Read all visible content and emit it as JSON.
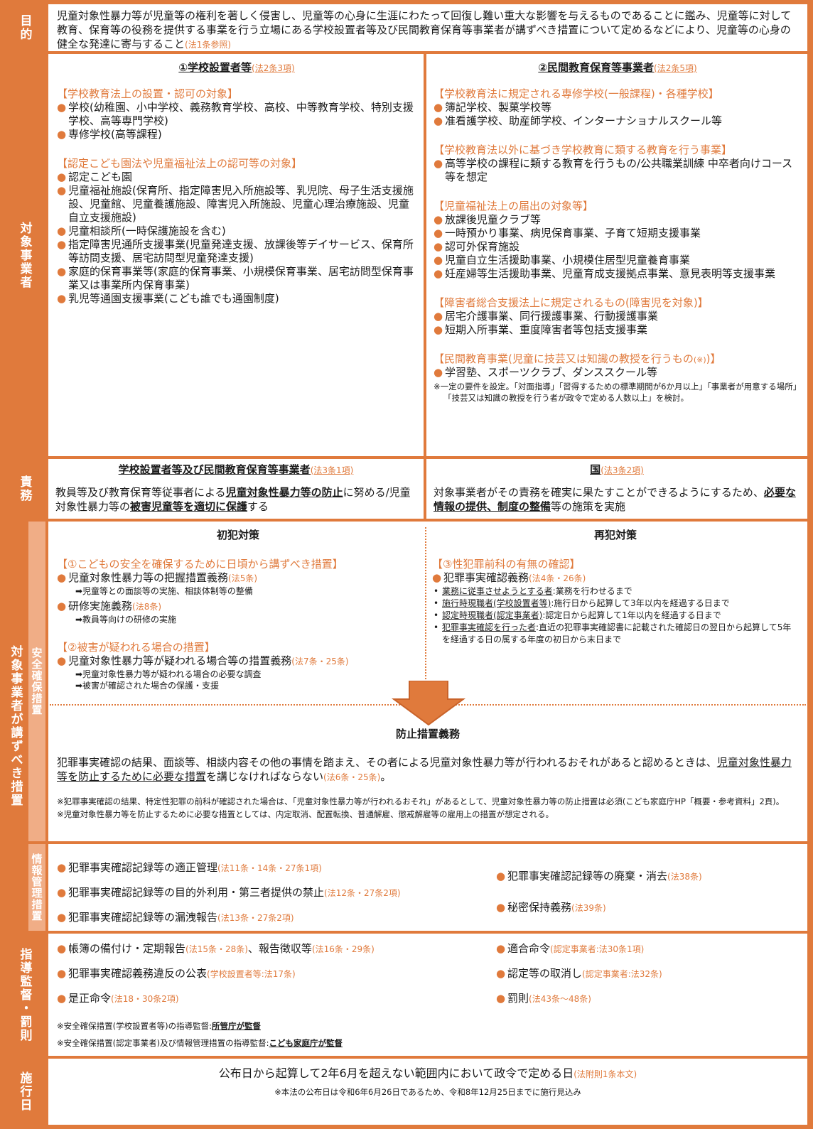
{
  "purpose": {
    "label": "目的",
    "text": "児童対象性暴力等が児童等の権利を著しく侵害し、児童等の心身に生涯にわたって回復し難い重大な影響を与えるものであることに鑑み、児童等に対して教育、保育等の役務を提供する事業を行う立場にある学校設置者等及び民間教育保育等事業者が講ずべき措置について定めるなどにより、児童等の心身の健全な発達に寄与すること",
    "ref": "(法1条参照)"
  },
  "targets": {
    "label": "対象事業者",
    "left": {
      "title": "①学校設置者等",
      "ref": "(法2条3項)",
      "groups": [
        {
          "heading": "【学校教育法上の設置・認可の対象】",
          "items": [
            "学校(幼稚園、小中学校、義務教育学校、高校、中等教育学校、特別支援学校、高等専門学校)",
            "専修学校(高等課程)"
          ]
        },
        {
          "heading": "【認定こども園法や児童福祉法上の認可等の対象】",
          "items": [
            "認定こども園",
            "児童福祉施設(保育所、指定障害児入所施設等、乳児院、母子生活支援施設、児童館、児童養護施設、障害児入所施設、児童心理治療施設、児童自立支援施設)",
            "児童相談所(一時保護施設を含む)",
            "指定障害児通所支援事業(児童発達支援、放課後等デイサービス、保育所等訪問支援、居宅訪問型児童発達支援)",
            "家庭的保育事業等(家庭的保育事業、小規模保育事業、居宅訪問型保育事業又は事業所内保育事業)",
            "乳児等通園支援事業(こども誰でも通園制度)"
          ]
        }
      ]
    },
    "right": {
      "title": "②民間教育保育等事業者",
      "ref": "(法2条5項)",
      "groups": [
        {
          "heading": "【学校教育法に規定される専修学校(一般課程)・各種学校】",
          "items": [
            "簿記学校、製菓学校等",
            "准看護学校、助産師学校、インターナショナルスクール等"
          ]
        },
        {
          "heading": "【学校教育法以外に基づき学校教育に類する教育を行う事業】",
          "items": [
            "高等学校の課程に類する教育を行うもの/公共職業訓練 中卒者向けコース等を想定"
          ]
        },
        {
          "heading": "【児童福祉法上の届出の対象等】",
          "items": [
            "放課後児童クラブ等",
            "一時預かり事業、病児保育事業、子育て短期支援事業",
            "認可外保育施設",
            "児童自立生活援助事業、小規模住居型児童養育事業",
            "妊産婦等生活援助事業、児童育成支援拠点事業、意見表明等支援事業"
          ]
        },
        {
          "heading": "【障害者総合支援法上に規定されるもの(障害児を対象)】",
          "items": [
            "居宅介護事業、同行援護事業、行動援護事業",
            "短期入所事業、重度障害者等包括支援事業"
          ]
        },
        {
          "heading": "【民間教育事業(児童に技芸又は知識の教授を行うもの",
          "heading_mark": "(※)",
          "heading_end": ")】",
          "items": [
            "学習塾、スポーツクラブ、ダンススクール等"
          ]
        }
      ],
      "note": "※一定の要件を設定。「対面指導」「習得するための標準期間が6か月以上」「事業者が用意する場所」「技芸又は知識の教授を行う者が政令で定める人数以上」を検討。"
    }
  },
  "duties": {
    "label": "責務",
    "left": {
      "title": "学校設置者等及び民間教育保育等事業者",
      "ref": "(法3条1項)",
      "text1": "教員等及び教育保育等従事者による",
      "em1": "児童対象性暴力等の防止",
      "text2": "に努める/児童対象性暴力等の",
      "em2": "被害児童等を適切に保護",
      "text3": "する"
    },
    "right": {
      "title": "国",
      "ref": "(法3条2項)",
      "text1": "対象事業者がその責務を確実に果たすことができるようにするため、",
      "em1": "必要な情報の提供、制度の整備",
      "text2": "等の施策を実施"
    }
  },
  "measures": {
    "label": "対象事業者が講ずべき措置",
    "safety_label": "安全確保措置",
    "info_label": "情報管理措置",
    "first": {
      "title": "初犯対策",
      "h1": "【①こどもの安全を確保するために日頃から講ずべき措置】",
      "i1": "児童対象性暴力等の把握措置義務",
      "i1ref": "(法5条)",
      "i1sub": "➡児童等との面談等の実施、相談体制等の整備",
      "i2": "研修実施義務",
      "i2ref": "(法8条)",
      "i2sub": "➡教員等向けの研修の実施",
      "h2": "【②被害が疑われる場合の措置】",
      "i3": "児童対象性暴力等が疑われる場合等の措置義務",
      "i3ref": "(法7条・25条)",
      "i3sub1": "➡児童対象性暴力等が疑われる場合の必要な調査",
      "i3sub2": "➡被害が確認された場合の保護・支援"
    },
    "repeat": {
      "title": "再犯対策",
      "h1": "【③性犯罪前科の有無の確認】",
      "i1": "犯罪事実確認義務",
      "i1ref": "(法4条・26条)",
      "b1u": "業務に従事させようとする者",
      "b1": ":業務を行わせるまで",
      "b2u": "施行時現職者(学校設置者等)",
      "b2": ":施行日から起算して3年以内を経過する日まで",
      "b3u": "認定時現職者(認定事業者)",
      "b3": ":認定日から起算して1年以内を経過する日まで",
      "b4u": "犯罪事実確認を行った者",
      "b4": ":直近の犯罪事実確認書に記載された確認日の翌日から起算して5年を経過する日の属する年度の初日から末日まで"
    },
    "prevention": {
      "title": "防止措置義務",
      "text1": "犯罪事実確認の結果、面談等、相談内容その他の事情を踏まえ、その者による児童対象性暴力等が行われるおそれがあると認めるときは、",
      "em": "児童対象性暴力等を防止するために必要な措置",
      "text2": "を講じなければならない",
      "ref": "(法6条・25条)",
      "text3": "。",
      "note1": "※犯罪事実確認の結果、特定性犯罪の前科が確認された場合は、「児童対象性暴力等が行われるおそれ」があるとして、児童対象性暴力等の防止措置は必須(こども家庭庁HP「概要・参考資料」2頁)。",
      "note2": "※児童対象性暴力等を防止するために必要な措置としては、内定取消、配置転換、普通解雇、懲戒解雇等の雇用上の措置が想定される。"
    },
    "info": {
      "l1": "犯罪事実確認記録等の適正管理",
      "l1ref": "(法11条・14条・27条1項)",
      "l2": "犯罪事実確認記録等の目的外利用・第三者提供の禁止",
      "l2ref": "(法12条・27条2項)",
      "l3": "犯罪事実確認記録等の漏洩報告",
      "l3ref": "(法13条・27条2項)",
      "r1": "犯罪事実確認記録等の廃棄・消去",
      "r1ref": "(法38条)",
      "r2": "秘密保持義務",
      "r2ref": "(法39条)"
    }
  },
  "supervision": {
    "label": "指導監督・罰則",
    "l1a": "帳簿の備付け・定期報告",
    "l1aref": "(法15条・28条)",
    "l1b": "、報告徴収等",
    "l1bref": "(法16条・29条)",
    "l2": "犯罪事実確認義務違反の公表",
    "l2ref": "(学校設置者等:法17条)",
    "l3": "是正命令",
    "l3ref": "(法18・30条2項)",
    "r1": "適合命令",
    "r1ref": "(認定事業者:法30条1項)",
    "r2": "認定等の取消し",
    "r2ref": "(認定事業者:法32条)",
    "r3": "罰則",
    "r3ref": "(法43条～48条)",
    "n1": "※安全確保措置(学校設置者等)の指導監督:",
    "n1u": "所管庁が監督",
    "n2": "※安全確保措置(認定事業者)及び情報管理措置の指導監督:",
    "n2u": "こども家庭庁が監督"
  },
  "enforcement": {
    "label": "施行日",
    "text": "公布日から起算して2年6月を超えない範囲内において政令で定める日",
    "ref": "(法附則1条本文)",
    "note": "※本法の公布日は令和6年6月26日であるため、令和8年12月25日までに施行見込み"
  },
  "colors": {
    "accent": "#e07a3c",
    "light": "#f0ad86"
  }
}
